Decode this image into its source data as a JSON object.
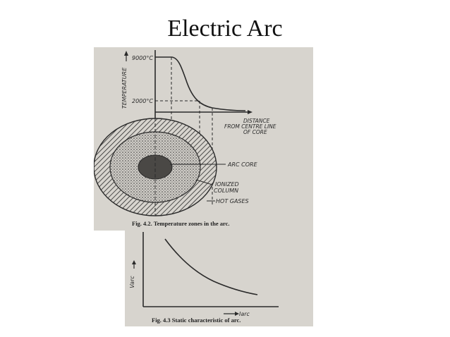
{
  "slide_title": "Electric Arc",
  "figure_1": {
    "caption": "Fig. 4.2. Temperature zones in the arc.",
    "y_axis_label": "TEMPERATURE",
    "tick_high": "9000°C",
    "tick_low": "2000°C",
    "x_axis_label_lines": [
      "DISTANCE",
      "FROM CENTRE LINE",
      "OF CORE"
    ],
    "zone_labels": {
      "core": "ARC CORE",
      "column_lines": [
        "IONIZED",
        "COLUMN"
      ],
      "hot_gases": "HOT GASES"
    }
  },
  "figure_2": {
    "caption": "Fig. 4.3 Static characteristic of arc.",
    "y_axis_label": "Varc",
    "x_axis_label": "Iarc"
  },
  "colors": {
    "paper": "#d7d4ce",
    "ink": "#2a2a2a"
  }
}
